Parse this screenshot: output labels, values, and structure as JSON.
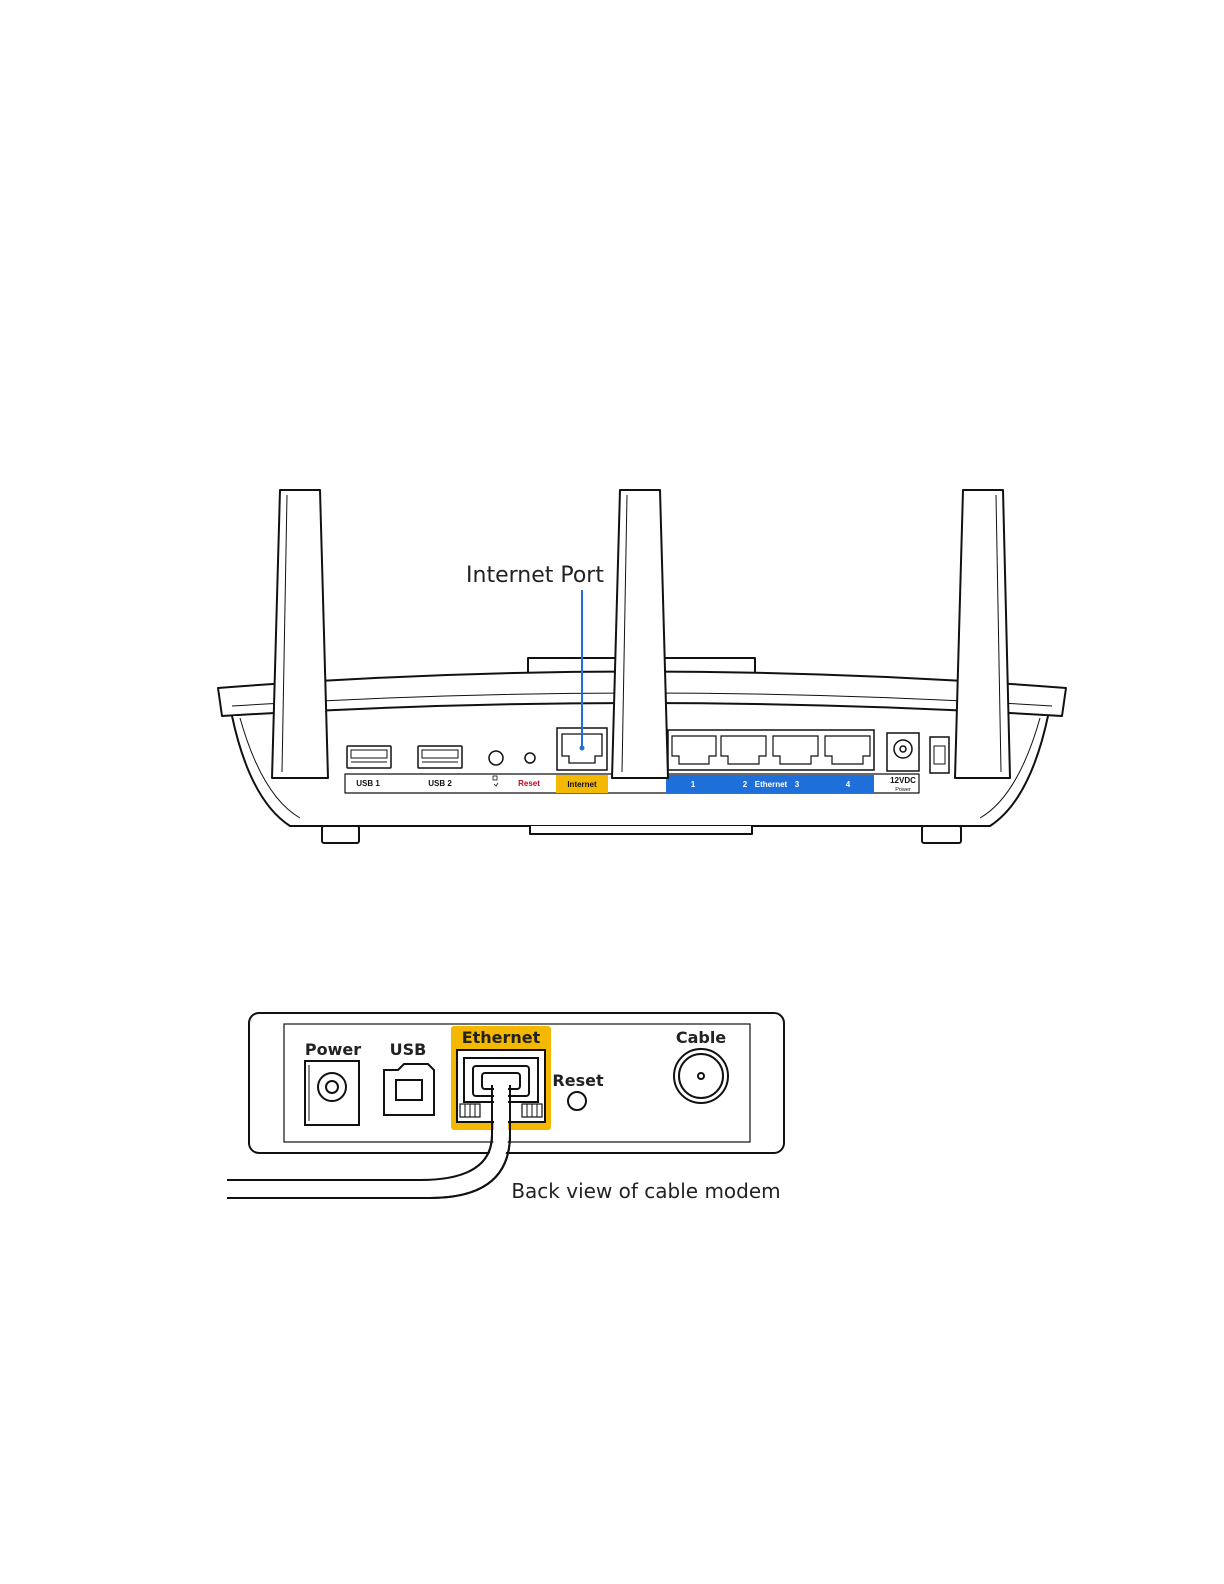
{
  "router": {
    "callout": "Internet Port",
    "ports": {
      "usb1": "USB 1",
      "usb2": "USB 2",
      "reset": "Reset",
      "internet": "Internet",
      "eth1": "1",
      "eth2": "2",
      "ethernet": "Ethernet",
      "eth3": "3",
      "eth4": "4",
      "power": "12VDC",
      "power_sub": "Power"
    }
  },
  "modem": {
    "power": "Power",
    "usb": "USB",
    "ethernet": "Ethernet",
    "reset": "Reset",
    "cable": "Cable",
    "caption": "Back view of cable modem"
  },
  "colors": {
    "internet_highlight": "#F5B800",
    "ethernet_band": "#1E6FD9",
    "reset_text": "#D0021B",
    "callout_line": "#1E6FD9",
    "modem_highlight": "#F5B800"
  }
}
